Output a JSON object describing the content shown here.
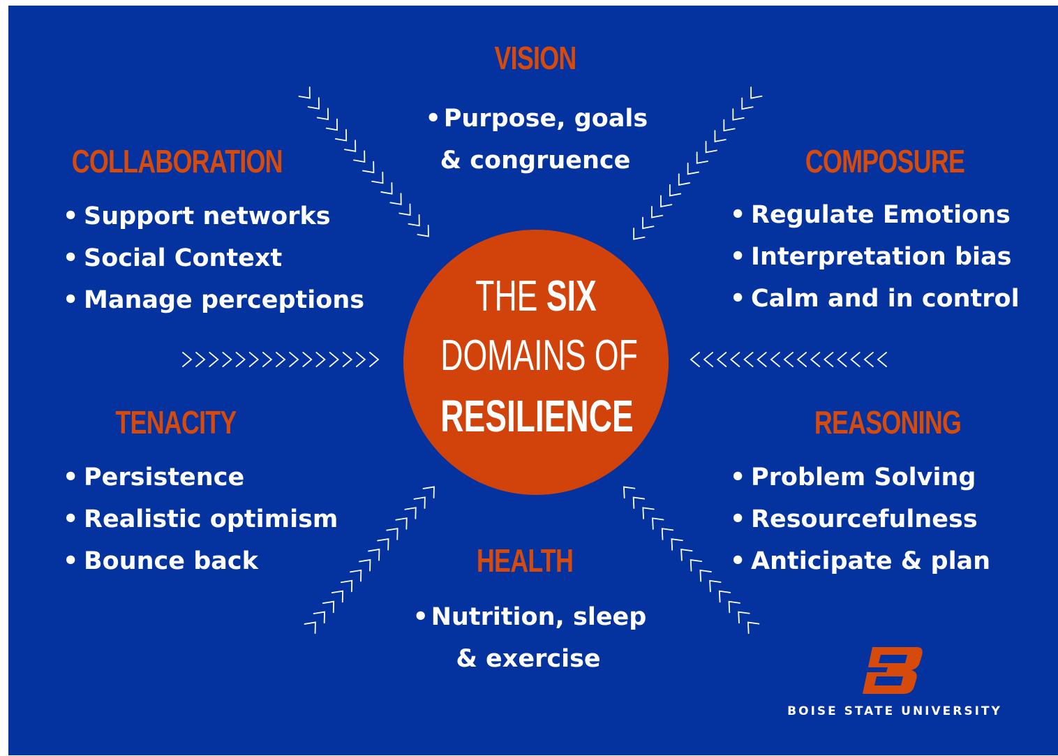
{
  "colors": {
    "background": "#0433a0",
    "accent_orange": "#d64a0c",
    "hub_fill": "#d2430c",
    "text": "#ffffff"
  },
  "center": {
    "line1_plain": "THE ",
    "line1_bold": "SIX",
    "line2": "DOMAINS OF",
    "line3": "RESILIENCE"
  },
  "domains": {
    "vision": {
      "title": "VISION",
      "items": [
        "Purpose, goals",
        "& congruence"
      ]
    },
    "collaboration": {
      "title": "COLLABORATION",
      "items": [
        "Support networks",
        "Social Context",
        "Manage perceptions"
      ]
    },
    "composure": {
      "title": "COMPOSURE",
      "items": [
        "Regulate Emotions",
        "Interpretation bias",
        "Calm and in control"
      ]
    },
    "tenacity": {
      "title": "TENACITY",
      "items": [
        "Persistence",
        "Realistic optimism",
        "Bounce back"
      ]
    },
    "reasoning": {
      "title": "REASONING",
      "items": [
        "Problem Solving",
        "Resourcefulness",
        "Anticipate & plan"
      ]
    },
    "health": {
      "title": "HEALTH",
      "items": [
        "Nutrition, sleep",
        "& exercise"
      ]
    }
  },
  "bullet": "•",
  "logo": {
    "icon": "boise-state-b-logo",
    "wordmark": "BOISE STATE UNIVERSITY"
  }
}
